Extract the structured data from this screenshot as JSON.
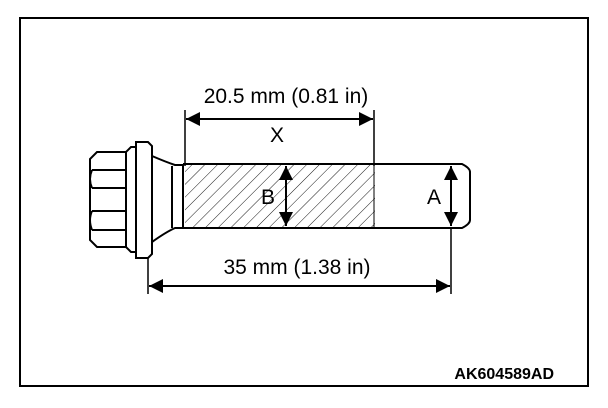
{
  "labels": {
    "x_dimension": "20.5 mm (0.81 in)",
    "x_letter": "X",
    "total_length": "35 mm (1.38 in)",
    "diameter_a": "A",
    "diameter_b": "B",
    "figure_code": "AK604589AD"
  }
}
